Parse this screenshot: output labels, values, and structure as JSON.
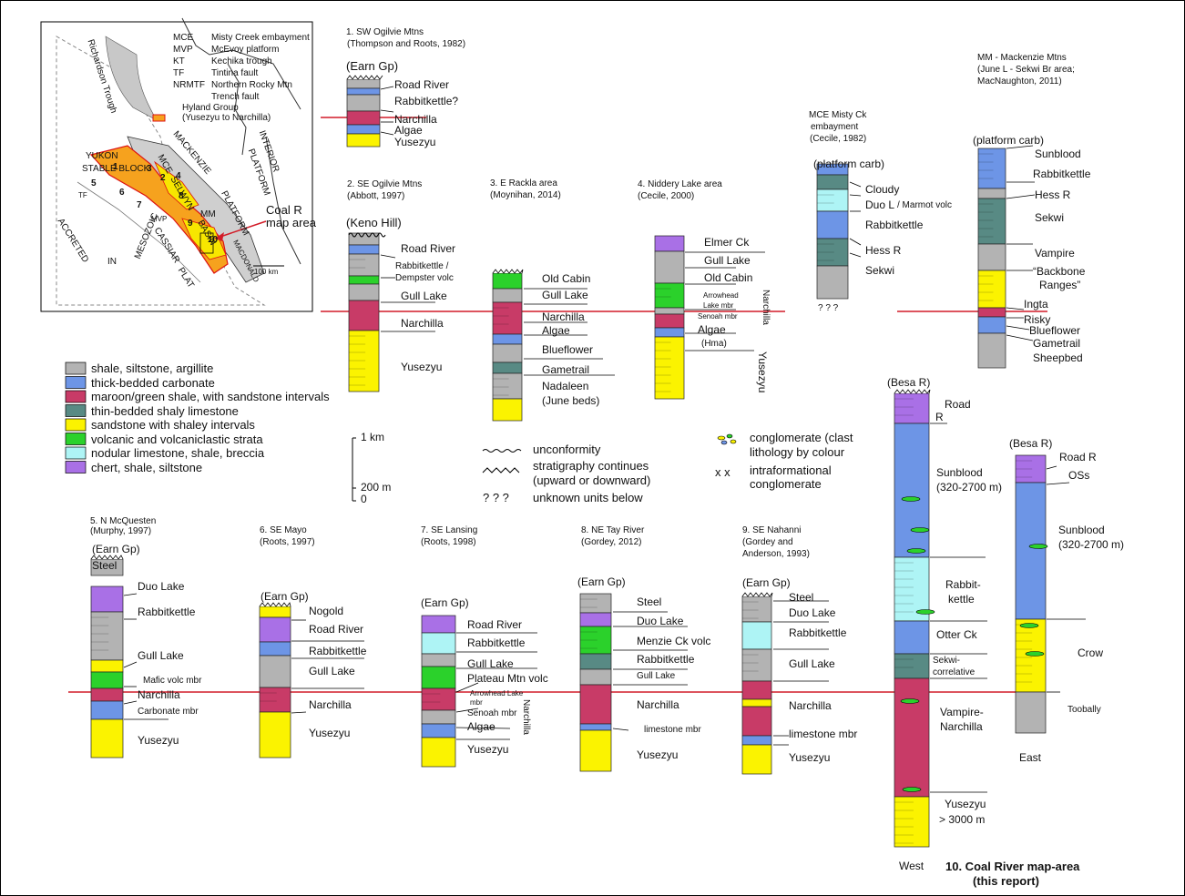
{
  "colors": {
    "shale": "#b3b3b3",
    "carbonate": "#6d95e6",
    "maroon": "#c83b67",
    "shaly_limestone": "#588a84",
    "sandstone": "#fbf300",
    "volcanic": "#2bd12b",
    "nodular": "#aef4f5",
    "chert": "#a970e6",
    "correlation_line": "#d21c28"
  },
  "map": {
    "abbrev": [
      {
        "code": "MCE",
        "name": "Misty Creek embayment"
      },
      {
        "code": "MVP",
        "name": "McEvoy platform"
      },
      {
        "code": "KT",
        "name": "Kechika trough"
      },
      {
        "code": "TF",
        "name": "Tintina fault"
      },
      {
        "code": "NRMTF",
        "name": "Northern Rocky Mtn"
      }
    ],
    "nrmtf_line2": "Trench fault",
    "hyland_line1": "Hyland Group",
    "hyland_line2": "(Yusezyu to Narchilla)",
    "labels": {
      "richardson": "Richardson Trough",
      "yukon": "YUKON",
      "stable_block": "STABLE  BLOCK",
      "mackenzie": "MACKENZIE",
      "platform": "PLATFORM",
      "interior": "INTERIOR",
      "interior_platform": "PLATFORM",
      "mm": "MM",
      "selwyn": "SELWYN",
      "basin": "BASIN",
      "mce": "MCE",
      "accreted": "ACCRETED",
      "in": "IN",
      "mesozoic": "MESOZOIC",
      "cassiar": "CASSIAR",
      "plat": "PLAT",
      "mvp": "MVP",
      "macdonald": "MACDONALD",
      "tf": "TF",
      "coal_r_1": "Coal R",
      "coal_r_2": "map area",
      "scale": "100    km",
      "site_numbers": [
        "1",
        "2",
        "3",
        "4",
        "5",
        "6",
        "7",
        "8",
        "9",
        "10"
      ]
    }
  },
  "legend": [
    {
      "key": "shale",
      "label": "shale, siltstone, argillite"
    },
    {
      "key": "carbonate",
      "label": "thick-bedded carbonate"
    },
    {
      "key": "maroon",
      "label": "maroon/green shale, with sandstone intervals"
    },
    {
      "key": "shaly_limestone",
      "label": "thin-bedded shaly limestone"
    },
    {
      "key": "sandstone",
      "label": "sandstone with shaley intervals"
    },
    {
      "key": "volcanic",
      "label": "volcanic and volcaniclastic strata"
    },
    {
      "key": "nodular",
      "label": "nodular limestone, shale, breccia"
    },
    {
      "key": "chert",
      "label": "chert, shale, siltstone"
    }
  ],
  "scale_bar": {
    "top": "1 km",
    "mid": "200 m",
    "bottom": "0"
  },
  "symbols": {
    "unconformity": "unconformity",
    "continues_1": "stratigraphy continues",
    "continues_2": "(upward or downward)",
    "unknown_glyph": "?  ?  ?",
    "unknown": "unknown units below",
    "conglom_1": "conglomerate (clast",
    "conglom_2": "lithology by colour",
    "xx": "x  x",
    "intraform_1": "intraformational",
    "intraform_2": "conglomerate"
  },
  "columns": {
    "c1": {
      "title_1": "1. SW Ogilvie Mtns",
      "title_2": "(Thompson and Roots, 1982)",
      "top": "(Earn Gp)",
      "units": [
        "Road River",
        "Rabbitkettle?",
        "Narchilla",
        "Algae",
        "Yusezyu"
      ]
    },
    "c2": {
      "title_1": "2. SE Ogilvie Mtns",
      "title_2": "(Abbott, 1997)",
      "top": "(Keno Hill)",
      "units": [
        "Road River",
        "Rabbitkettle /",
        "Dempster volc",
        "Gull Lake",
        "Narchilla",
        "Yusezyu"
      ]
    },
    "c3": {
      "title_1": "3. E  Rackla area",
      "title_2": "(Moynihan, 2014)",
      "units": [
        "Old Cabin",
        "Gull Lake",
        "Narchilla",
        "Algae",
        "Blueflower",
        "Gametrail",
        "Nadaleen",
        "(June beds)"
      ]
    },
    "c4": {
      "title_1": "4. Niddery Lake area",
      "title_2": "(Cecile, 2000)",
      "units": [
        "Elmer Ck",
        "Gull Lake",
        "Old Cabin",
        "Arrowhead",
        "Lake mbr",
        "Senoah mbr",
        "Algae",
        "(Hma)",
        "Narchilla",
        "Yusezyu"
      ]
    },
    "mce": {
      "title_1": "MCE  Misty Ck",
      "title_2": "embayment",
      "title_3": "(Cecile, 1982)",
      "top": "(platform carb)",
      "units": [
        "Cloudy",
        "Duo L",
        "/ Marmot volc",
        "Rabbitkettle",
        "Hess R",
        "Sekwi"
      ],
      "unknown": "?  ?  ?"
    },
    "mm": {
      "title_1": "MM - Mackenzie Mtns",
      "title_2": "(June L - Sekwi Br area;",
      "title_3": "MacNaughton, 2011)",
      "top": "(platform carb)",
      "units": [
        "Sunblood",
        "Rabbitkettle",
        "Hess R",
        "Sekwi",
        "Vampire",
        "“Backbone",
        "Ranges”",
        "Ingta",
        "Risky",
        "Blueflower",
        "Gametrail",
        "Sheepbed"
      ]
    },
    "c5": {
      "title_1": "5. N  McQuesten",
      "title_2": "(Murphy, 1997)",
      "top": "(Earn Gp)",
      "units": [
        "Steel",
        "Duo Lake",
        "Rabbitkettle",
        "Gull Lake",
        "Mafic volc  mbr",
        "Narchilla",
        "Carbonate mbr",
        "Yusezyu"
      ]
    },
    "c6": {
      "title_1": "6. SE Mayo",
      "title_2": "(Roots, 1997)",
      "top": "(Earn Gp)",
      "units": [
        "Nogold",
        "Road River",
        "Rabbitkettle",
        "Gull Lake",
        "Narchilla",
        "Yusezyu"
      ]
    },
    "c7": {
      "title_1": "7. SE Lansing",
      "title_2": "(Roots, 1998)",
      "top": "(Earn Gp)",
      "units": [
        "Road River",
        "Rabbitkettle",
        "Gull Lake",
        "Plateau Mtn volc",
        "Arrowhead Lake",
        "mbr",
        "Senoah mbr",
        "Algae",
        "Yusezyu",
        "Narchilla"
      ]
    },
    "c8": {
      "title_1": "8. NE Tay River",
      "title_2": "(Gordey, 2012)",
      "top": "(Earn Gp)",
      "units": [
        "Steel",
        "Duo Lake",
        "Menzie Ck volc",
        "Rabbitkettle",
        "Gull Lake",
        "Narchilla",
        "limestone mbr",
        "Yusezyu"
      ]
    },
    "c9": {
      "title_1": "9. SE Nahanni",
      "title_2": "(Gordey and",
      "title_3": "Anderson, 1993)",
      "top": "(Earn Gp)",
      "units": [
        "Steel",
        "Duo Lake",
        "Rabbitkettle",
        "Gull Lake",
        "Narchilla",
        "limestone mbr",
        "Yusezyu"
      ]
    },
    "c10w": {
      "top": "(Besa R)",
      "units": [
        "Road",
        "R",
        "Sunblood",
        "(320-2700 m)",
        "Rabbit-",
        "kettle",
        "Otter Ck",
        "Sekwi-",
        "correlative",
        "Vampire-",
        "Narchilla",
        "Yusezyu",
        "> 3000 m"
      ],
      "side": "West"
    },
    "c10e": {
      "top": "(Besa R)",
      "units": [
        "Road R",
        "OSs",
        "Sunblood",
        "(320-2700 m)",
        "Crow",
        "Toobally"
      ],
      "side": "East"
    }
  },
  "footer": {
    "title_1": "10.  Coal River map-area",
    "title_2": "(this report)"
  }
}
